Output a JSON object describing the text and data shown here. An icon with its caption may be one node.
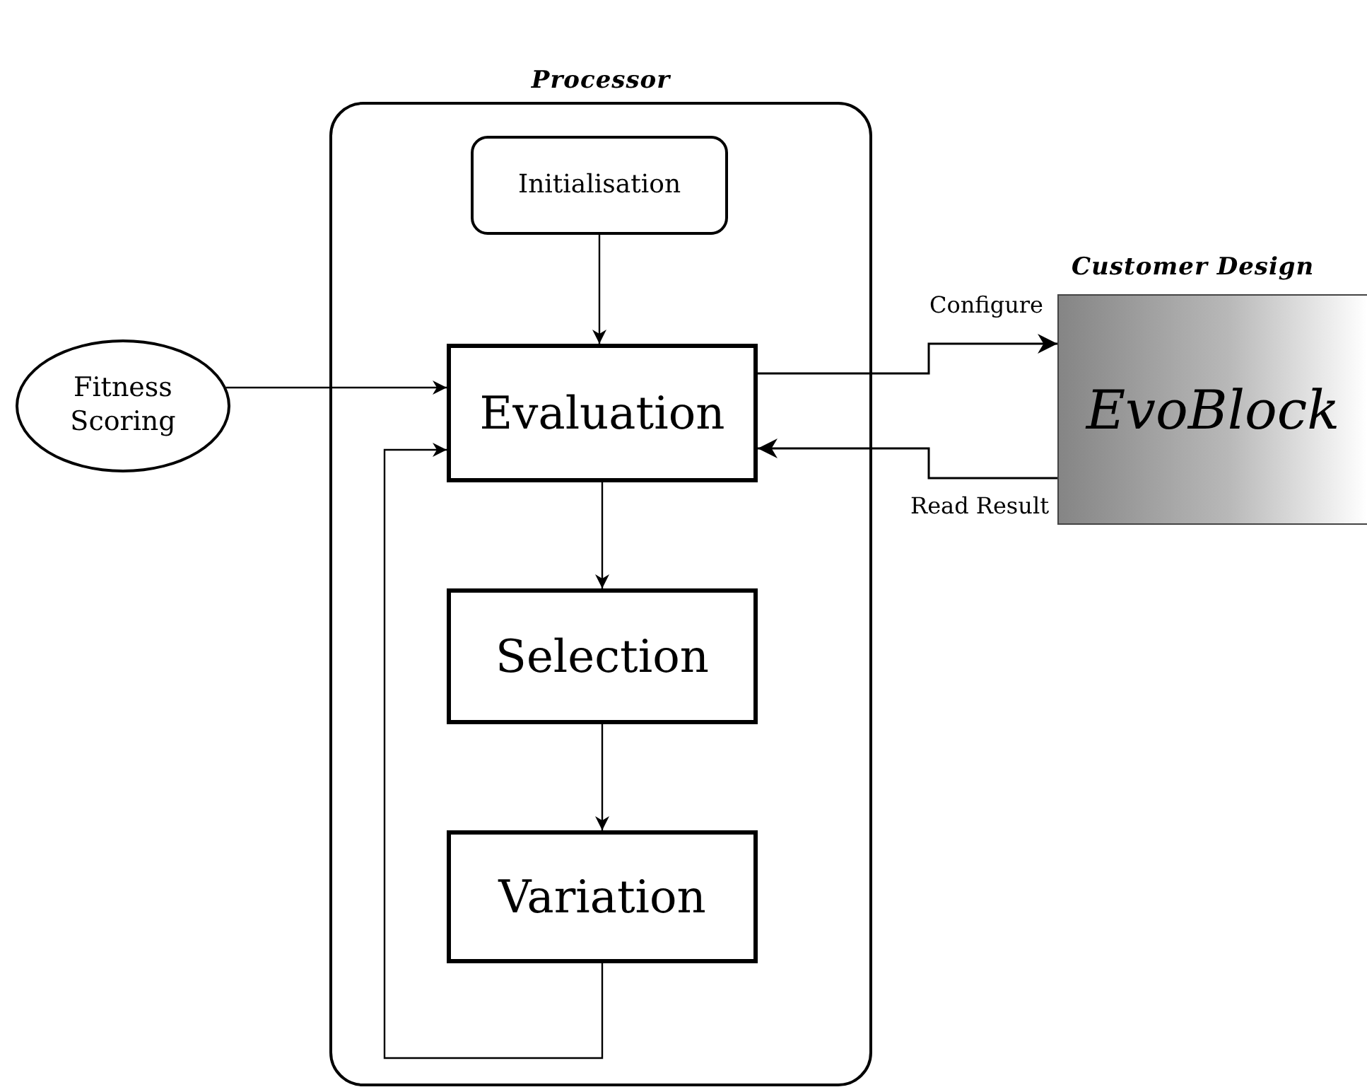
{
  "diagram": {
    "nodes": [
      {
        "text": [
          "Processor"
        ]
      },
      {
        "text": [
          "Initialisation"
        ],
        "in": 0
      },
      {
        "text": [
          "Evaluation"
        ],
        "in": 0
      },
      {
        "text": [
          "Selection"
        ],
        "in": 0
      },
      {
        "text": [
          "Variation"
        ],
        "in": 0
      },
      {
        "text": [
          "Fitness Scoring"
        ]
      },
      {
        "text": [
          "Customer Design",
          "EvoBlock"
        ]
      }
    ],
    "edges": [
      {
        "from": 1,
        "to": 2,
        "arrow": "to"
      },
      {
        "from": 5,
        "to": 2,
        "arrow": "to"
      },
      {
        "from": 2,
        "to": 3,
        "arrow": "to"
      },
      {
        "from": 3,
        "to": 4,
        "arrow": "to"
      },
      {
        "from": 4,
        "to": 2,
        "arrow": "to"
      },
      {
        "from": 2,
        "to": 6,
        "label": "Configure",
        "arrow": "to"
      },
      {
        "from": 6,
        "to": 2,
        "label": "Read Result",
        "arrow": "to"
      }
    ]
  }
}
